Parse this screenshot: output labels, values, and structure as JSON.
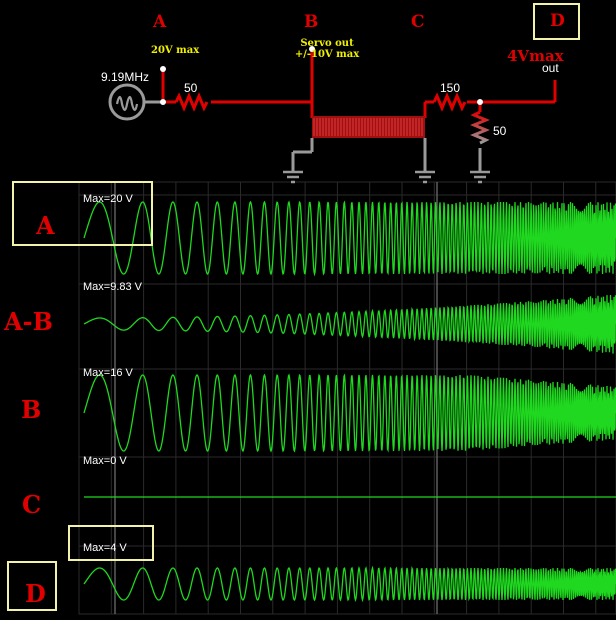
{
  "circuit": {
    "point_a": "A",
    "point_b": "B",
    "point_c": "C",
    "point_d": "D",
    "a_limit": "20V max",
    "b_note_line1": "Servo out",
    "b_note_line2": "+/-10V max",
    "d_limit": "4Vmax",
    "source_freq": "9.19MHz",
    "r_source": "50",
    "r_series": "150",
    "r_load": "50",
    "out_label": "out"
  },
  "scope": {
    "traces": [
      {
        "row_label": "A",
        "max": "Max=20 V",
        "amplitude": 1.0
      },
      {
        "row_label": "A-B",
        "max": "Max=9.83 V",
        "amplitude": 0.15
      },
      {
        "row_label": "B",
        "max": "Max=16 V",
        "amplitude": 1.0
      },
      {
        "row_label": "C",
        "max": "Max=0 V",
        "amplitude": 0
      },
      {
        "row_label": "D",
        "max": "Max=4 V",
        "amplitude": 0.6
      }
    ]
  },
  "colors": {
    "wire": "#e00000",
    "trace": "#1fd81f",
    "grid": "#2a2a2a",
    "ground": "#9a9a9a",
    "label_red": "#e00000",
    "note_yellow": "#f0f000",
    "highlight_box": "#f2f2a8"
  }
}
